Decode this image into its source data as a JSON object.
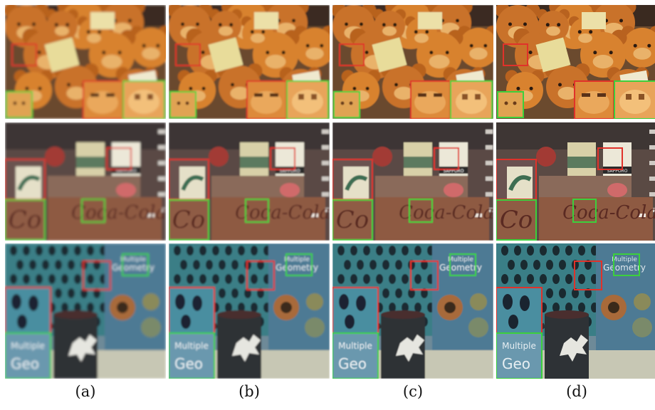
{
  "figure": {
    "captions": [
      "(a)",
      "(b)",
      "(c)",
      "(d)"
    ],
    "watermark_texts": [
      "Multiple",
      "Geometry",
      "Geo"
    ],
    "object_texts": [
      "Coca-Cola",
      "SAPPORO"
    ]
  },
  "colors": {
    "zoom_box_red": "#e0322a",
    "zoom_box_green": "#3cd03c"
  }
}
